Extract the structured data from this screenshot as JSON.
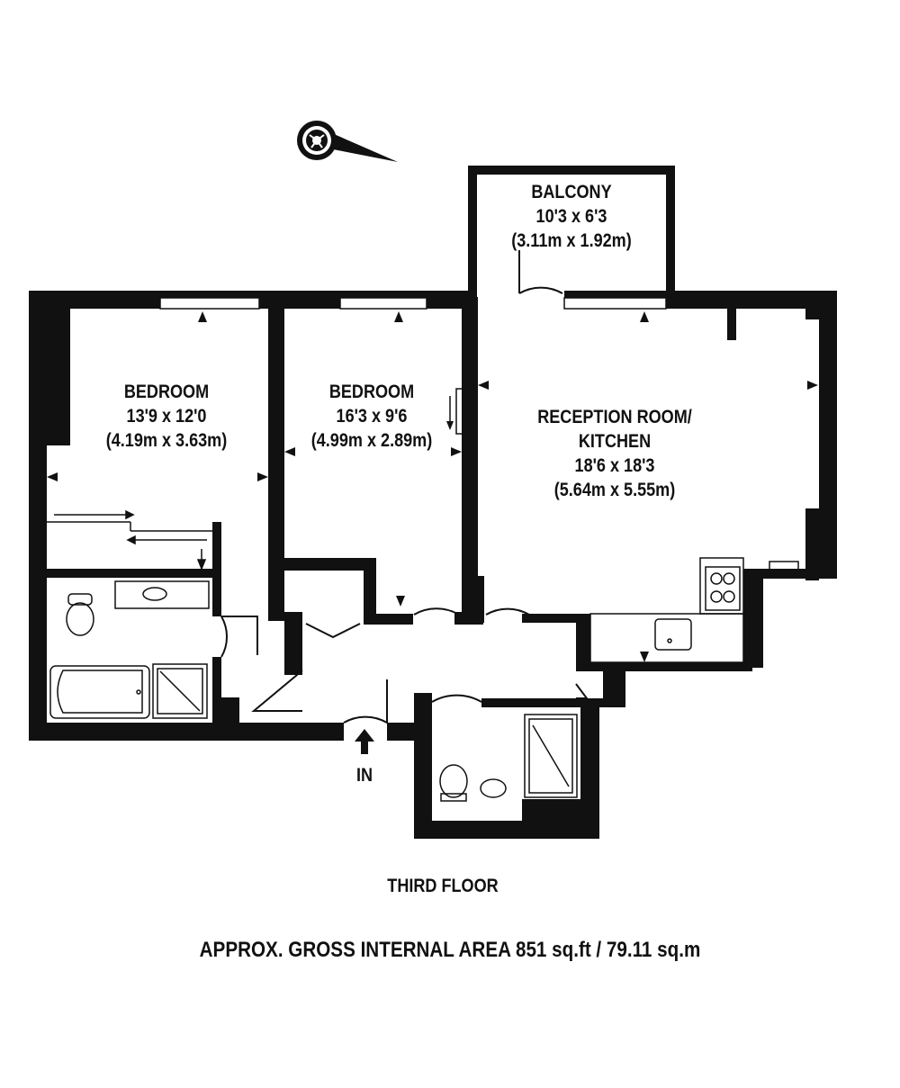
{
  "rooms": {
    "balcony": {
      "name": "BALCONY",
      "imperial": "10'3 x 6'3",
      "metric": "(3.11m x 1.92m)"
    },
    "bedroom1": {
      "name": "BEDROOM",
      "imperial": "13'9 x 12'0",
      "metric": "(4.19m x 3.63m)"
    },
    "bedroom2": {
      "name": "BEDROOM",
      "imperial": "16'3 x 9'6",
      "metric": "(4.99m x 2.89m)"
    },
    "reception": {
      "name_line1": "RECEPTION ROOM/",
      "name_line2": "KITCHEN",
      "imperial": "18'6 x 18'3",
      "metric": "(5.64m x 5.55m)"
    }
  },
  "entrance_label": "IN",
  "floor_name": "THIRD FLOOR",
  "area_text": "APPROX. GROSS INTERNAL AREA 851 sq.ft / 79.11 sq.m",
  "compass_icon": "compass-icon",
  "colors": {
    "wall": "#111111",
    "background": "#ffffff"
  }
}
